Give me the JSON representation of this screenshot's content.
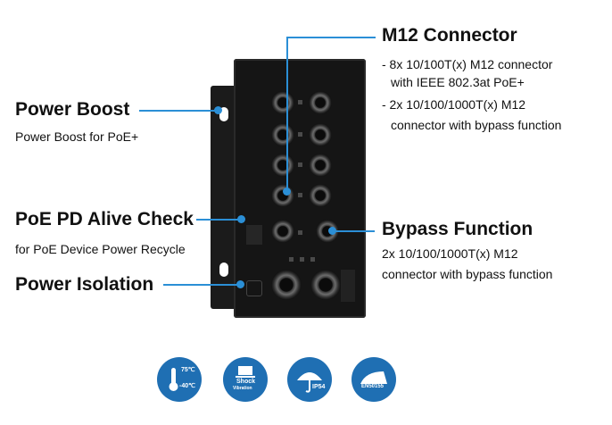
{
  "callouts": {
    "power_boost": {
      "title": "Power Boost",
      "desc": "Power Boost for PoE+"
    },
    "poe_pd": {
      "title": "PoE PD Alive Check",
      "desc": "for PoE Device Power Recycle"
    },
    "power_isolation": {
      "title": "Power Isolation"
    },
    "m12": {
      "title": "M12 Connector",
      "items": [
        {
          "line1": "- 8x 10/100T(x) M12 connector",
          "line2": "with IEEE 802.3at PoE+"
        },
        {
          "line1": "- 2x 10/100/1000T(x) M12",
          "line2": "connector with bypass function"
        }
      ]
    },
    "bypass": {
      "title": "Bypass Function",
      "line1": "2x 10/100/1000T(x) M12",
      "line2": "connector with bypass function"
    }
  },
  "icons": [
    {
      "name": "temperature-icon",
      "top": "75℃",
      "bottom": "-40℃"
    },
    {
      "name": "shock-vibration-icon",
      "label1": "Shock",
      "label2": "Vibration"
    },
    {
      "name": "ip54-icon",
      "label": "IP54"
    },
    {
      "name": "en50155-icon",
      "label": "EN50155"
    }
  ],
  "colors": {
    "accent": "#2b8fd6",
    "badge": "#1f6fb3"
  }
}
